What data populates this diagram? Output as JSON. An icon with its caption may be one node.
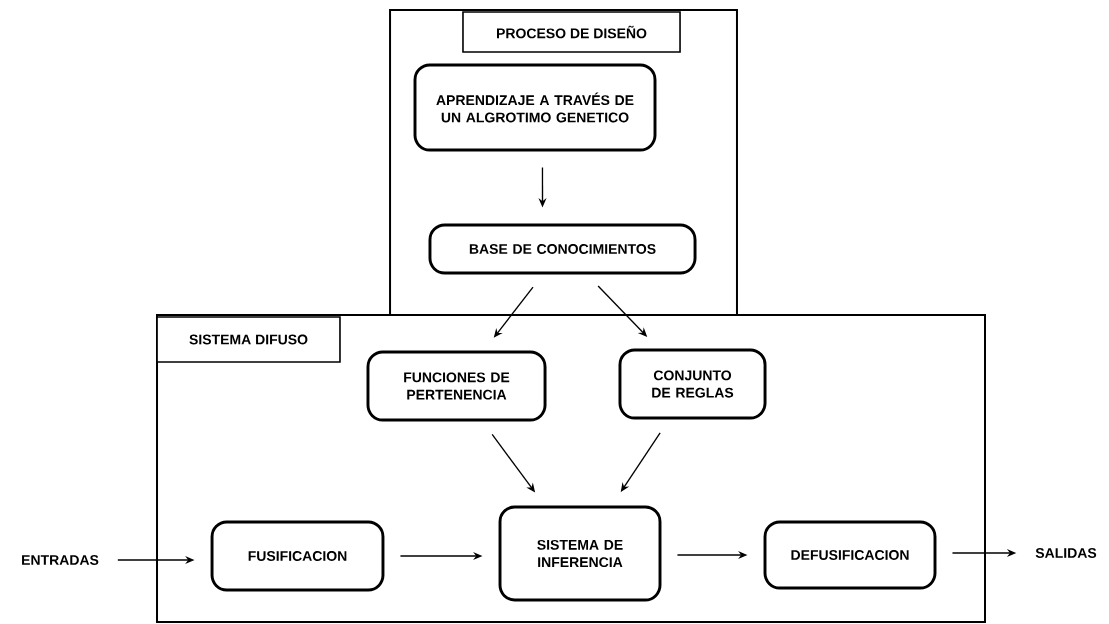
{
  "diagram": {
    "nodes": [
      {
        "text": [
          "PROCESO DE DISEÑO"
        ]
      },
      {
        "text": [
          "APRENDIZAJE A TRAVÉS DE UN ALGROTIMO GENETICO"
        ],
        "in": 0
      },
      {
        "text": [
          "BASE DE CONOCIMIENTOS"
        ],
        "in": 0
      },
      {
        "text": [
          "SISTEMA DIFUSO"
        ]
      },
      {
        "text": [
          "FUNCIONES DE PERTENENCIA"
        ],
        "in": 3
      },
      {
        "text": [
          "CONJUNTO DE REGLAS"
        ],
        "in": 3
      },
      {
        "text": [
          "ENTRADAS"
        ]
      },
      {
        "text": [
          "FUSIFICACION"
        ],
        "in": 3
      },
      {
        "text": [
          "SISTEMA DE INFERENCIA"
        ],
        "in": 3
      },
      {
        "text": [
          "DEFUSIFICACION"
        ],
        "in": 3
      },
      {
        "text": [
          "SALIDAS"
        ]
      }
    ],
    "edges": [
      {
        "from": 1,
        "to": 2,
        "arrow": "to"
      },
      {
        "from": 2,
        "to": 4,
        "arrow": "to"
      },
      {
        "from": 2,
        "to": 5,
        "arrow": "to"
      },
      {
        "from": 4,
        "to": 8,
        "arrow": "to"
      },
      {
        "from": 5,
        "to": 8,
        "arrow": "to"
      },
      {
        "from": 6,
        "to": 7,
        "arrow": "to"
      },
      {
        "from": 7,
        "to": 8,
        "arrow": "to"
      },
      {
        "from": 8,
        "to": 9,
        "arrow": "to"
      },
      {
        "from": 9,
        "to": 10,
        "arrow": "to"
      }
    ]
  }
}
